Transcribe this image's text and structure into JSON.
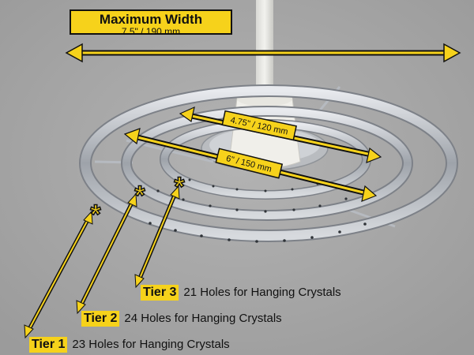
{
  "max_width": {
    "title": "Maximum Width",
    "value": "7.5\" / 190 mm"
  },
  "dimensions": [
    {
      "label": "4.75\" / 120 mm"
    },
    {
      "label": "6\" / 150 mm"
    }
  ],
  "tiers": [
    {
      "tag": "Tier 3",
      "description": "21 Holes for Hanging Crystals"
    },
    {
      "tag": "Tier 2",
      "description": "24 Holes for Hanging Crystals"
    },
    {
      "tag": "Tier 1",
      "description": "23 Holes for Hanging Crystals"
    }
  ],
  "colors": {
    "background": "#a9a9a9",
    "accent": "#f6d21b",
    "ring": "#c8ccd2",
    "outline": "#111111"
  },
  "icons": {
    "tier_marker": "asterisk-icon"
  }
}
